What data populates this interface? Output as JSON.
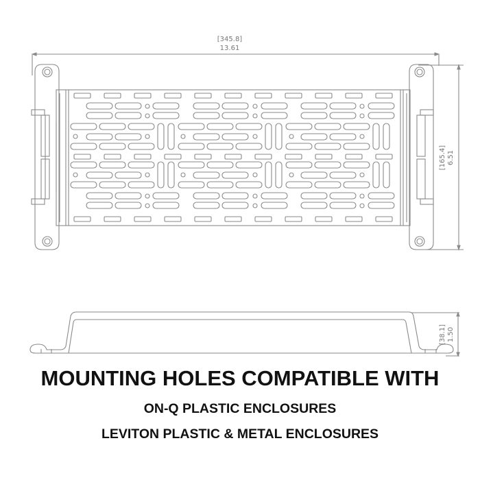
{
  "drawing": {
    "stroke_color": "#8a8a8a",
    "top_view": {
      "width_dimension": {
        "metric": "[345.8]",
        "imperial": "13.61"
      },
      "height_dimension": {
        "metric": "[165.4]",
        "imperial": "6.51"
      }
    },
    "side_view": {
      "height_dimension": {
        "metric": "[38.1]",
        "imperial": "1.50"
      }
    }
  },
  "caption": {
    "headline": "MOUNTING HOLES COMPATIBLE WITH",
    "line1": "ON-Q PLASTIC ENCLOSURES",
    "line2": "LEVITON PLASTIC & METAL ENCLOSURES"
  }
}
